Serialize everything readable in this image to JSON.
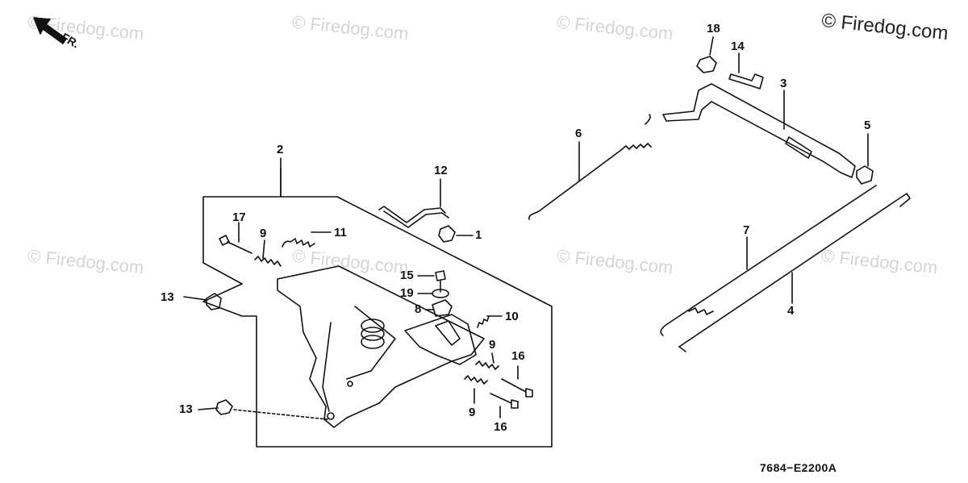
{
  "watermark": {
    "main": "© Firedog.com",
    "faint": "© Firedog.com"
  },
  "direction_label": "FR.",
  "diagram_code": "7684−E2200A",
  "callouts": {
    "c1": "1",
    "c2": "2",
    "c3": "3",
    "c4": "4",
    "c5": "5",
    "c6": "6",
    "c7": "7",
    "c8": "8",
    "c9a": "9",
    "c9b": "9",
    "c9c": "9",
    "c10": "10",
    "c11": "11",
    "c12": "12",
    "c13a": "13",
    "c13b": "13",
    "c14": "14",
    "c15": "15",
    "c16a": "16",
    "c16b": "16",
    "c17": "17",
    "c18": "18",
    "c19": "19"
  }
}
